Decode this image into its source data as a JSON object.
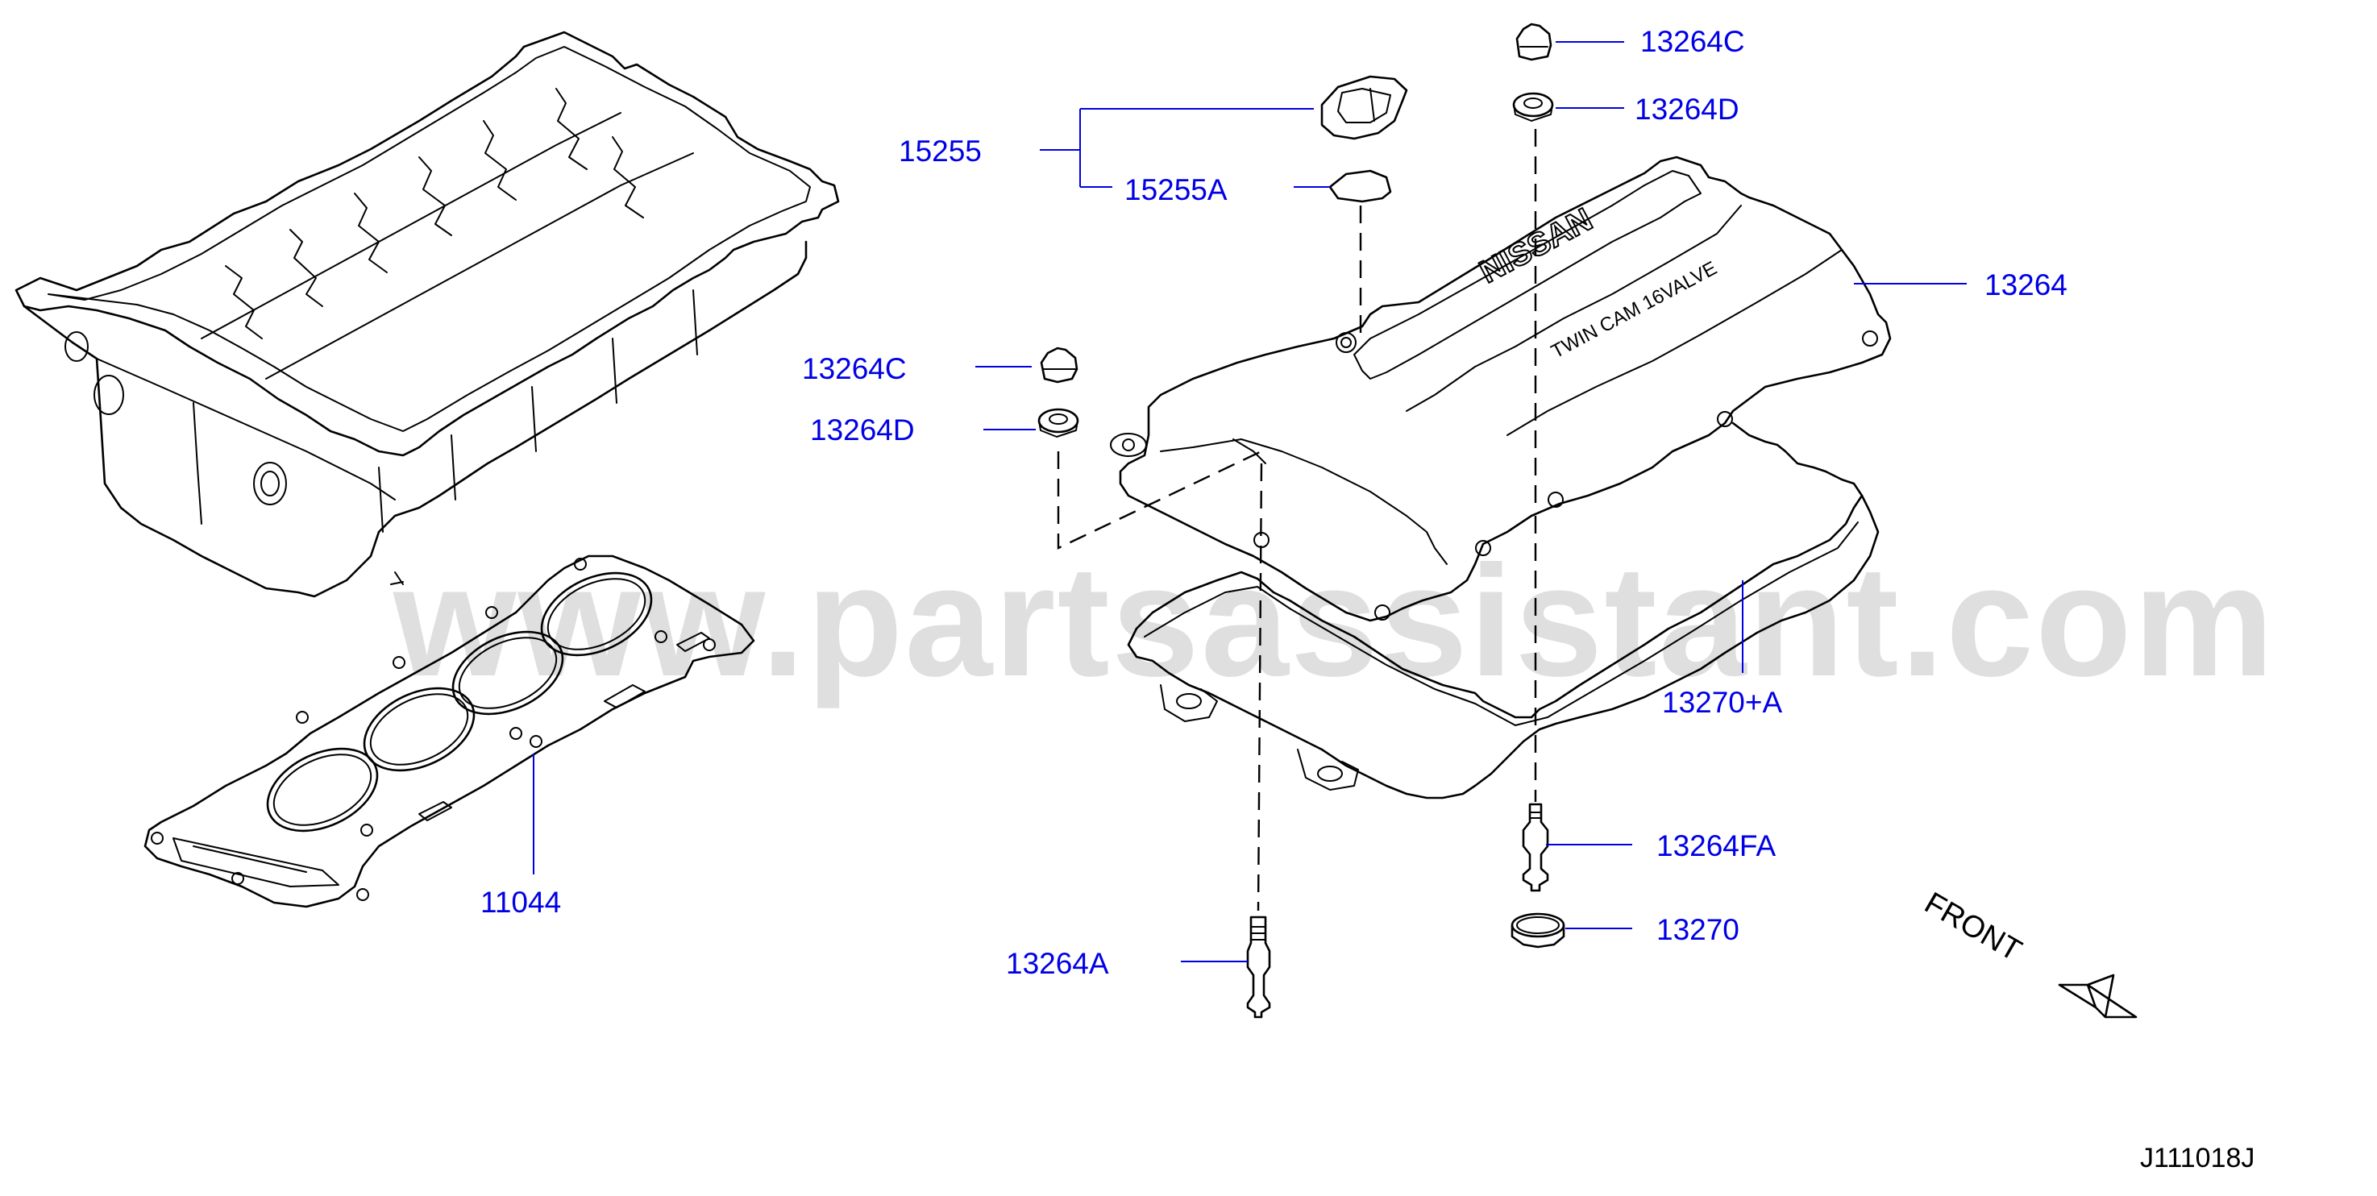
{
  "colors": {
    "callout": "#0000e6",
    "line": "#000000",
    "background": "#ffffff"
  },
  "watermark": "www.partsassistant.com",
  "drawing_code": "J111018J",
  "front_indicator": "FRONT",
  "cover_markings": {
    "brand": "NISSAN",
    "engine": "TWIN CAM 16VALVE"
  },
  "callouts": [
    {
      "id": "13264C-top",
      "text": "13264C"
    },
    {
      "id": "13264D-top",
      "text": "13264D"
    },
    {
      "id": "15255",
      "text": "15255"
    },
    {
      "id": "15255A",
      "text": "15255A"
    },
    {
      "id": "13264",
      "text": "13264"
    },
    {
      "id": "13264C-left",
      "text": "13264C"
    },
    {
      "id": "13264D-left",
      "text": "13264D"
    },
    {
      "id": "13270+A",
      "text": "13270+A"
    },
    {
      "id": "11044",
      "text": "11044"
    },
    {
      "id": "13264FA",
      "text": "13264FA"
    },
    {
      "id": "13270",
      "text": "13270"
    },
    {
      "id": "13264A",
      "text": "13264A"
    }
  ]
}
